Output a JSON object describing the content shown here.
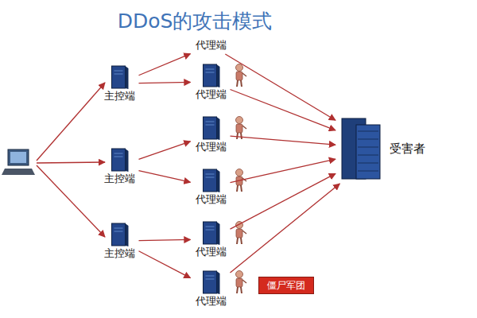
{
  "diagram": {
    "title": "DDoS的攻击模式",
    "nodes": [
      {
        "text": [
          "主控端"
        ]
      },
      {
        "text": [
          "主控端"
        ]
      },
      {
        "text": [
          "主控端"
        ]
      },
      {
        "text": [
          "代理端"
        ]
      },
      {
        "text": [
          "代理端"
        ]
      },
      {
        "text": [
          "代理端"
        ]
      },
      {
        "text": [
          "代理端"
        ]
      },
      {
        "text": [
          "代理端"
        ]
      },
      {
        "text": [
          "代理端"
        ]
      },
      {
        "text": [
          "受害者"
        ]
      },
      {
        "text": [
          "僵尸军团"
        ]
      }
    ],
    "edges": [
      {
        "from": 0,
        "to": 3,
        "arrow": "to"
      },
      {
        "from": 0,
        "to": 4,
        "arrow": "to"
      },
      {
        "from": 1,
        "to": 5,
        "arrow": "to"
      },
      {
        "from": 1,
        "to": 6,
        "arrow": "to"
      },
      {
        "from": 2,
        "to": 7,
        "arrow": "to"
      },
      {
        "from": 2,
        "to": 8,
        "arrow": "to"
      },
      {
        "from": 3,
        "to": 9,
        "arrow": "to"
      },
      {
        "from": 4,
        "to": 9,
        "arrow": "to"
      },
      {
        "from": 5,
        "to": 9,
        "arrow": "to"
      },
      {
        "from": 6,
        "to": 9,
        "arrow": "to"
      },
      {
        "from": 7,
        "to": 9,
        "arrow": "to"
      },
      {
        "from": 8,
        "to": 9,
        "arrow": "to"
      }
    ]
  }
}
